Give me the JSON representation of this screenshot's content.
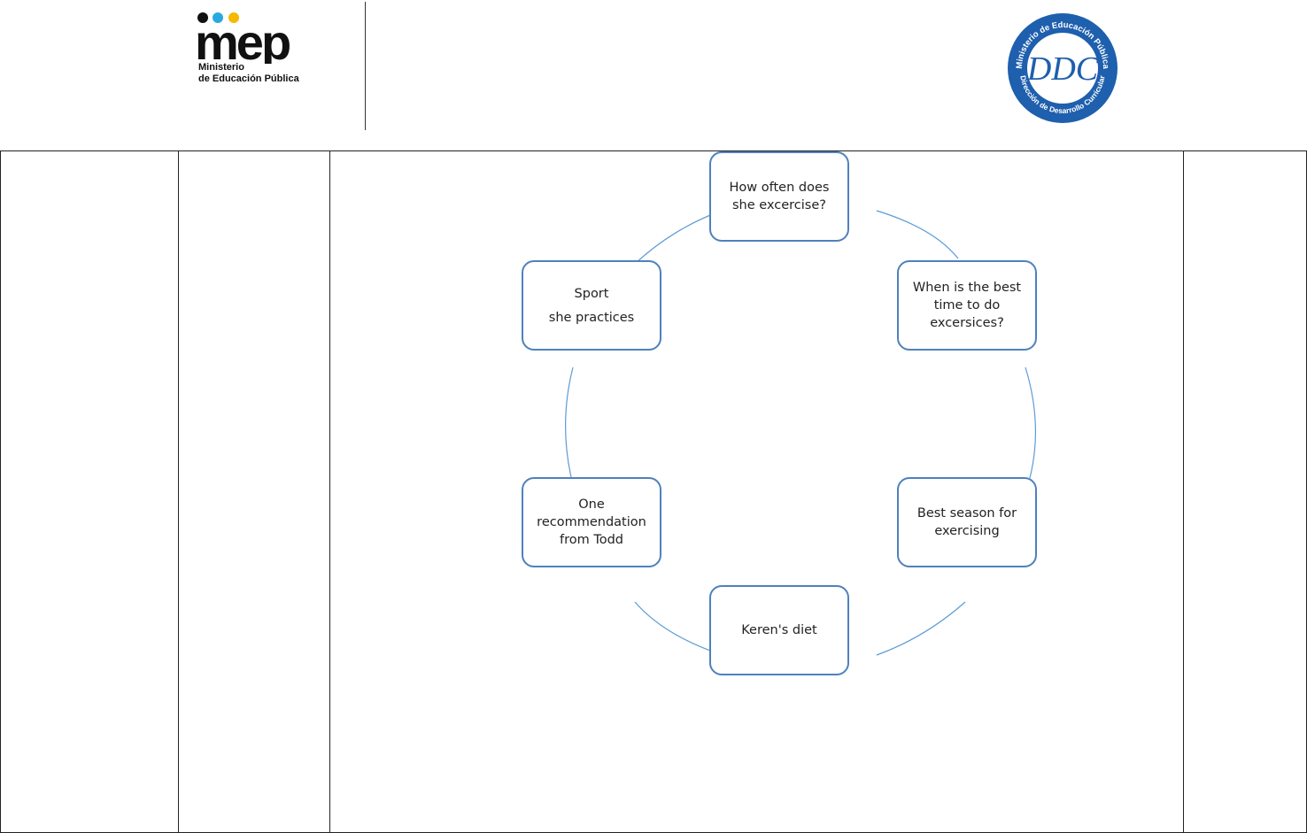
{
  "header": {
    "mep_logo_word": "mep",
    "mep_logo_line1": "Ministerio",
    "mep_logo_line2": "de Educación Pública",
    "ddc_seal_top": "Ministerio de Educación Pública",
    "ddc_seal_bottom": "Dirección de Desarrollo Curricular",
    "ddc_seal_center": "DDC"
  },
  "colors": {
    "node_border": "#4f81bd",
    "arc": "#5b9bd5",
    "mep_dot_black": "#111111",
    "mep_dot_blue": "#2aa9e0",
    "mep_dot_yellow": "#f6b800",
    "ddc_blue": "#1e5fae"
  },
  "cycle": {
    "nodes": [
      {
        "line1": "How often does",
        "line2": "she excercise?"
      },
      {
        "line1": "When is the best",
        "line2": "time to do",
        "line3": "excersices?"
      },
      {
        "line1": "Best season for",
        "line2": "exercising"
      },
      {
        "line1": "Keren's diet"
      },
      {
        "line1": "One",
        "line2": "recommendation",
        "line3": "from Todd"
      },
      {
        "line1": "Sport",
        "line2": "she practices"
      }
    ]
  }
}
